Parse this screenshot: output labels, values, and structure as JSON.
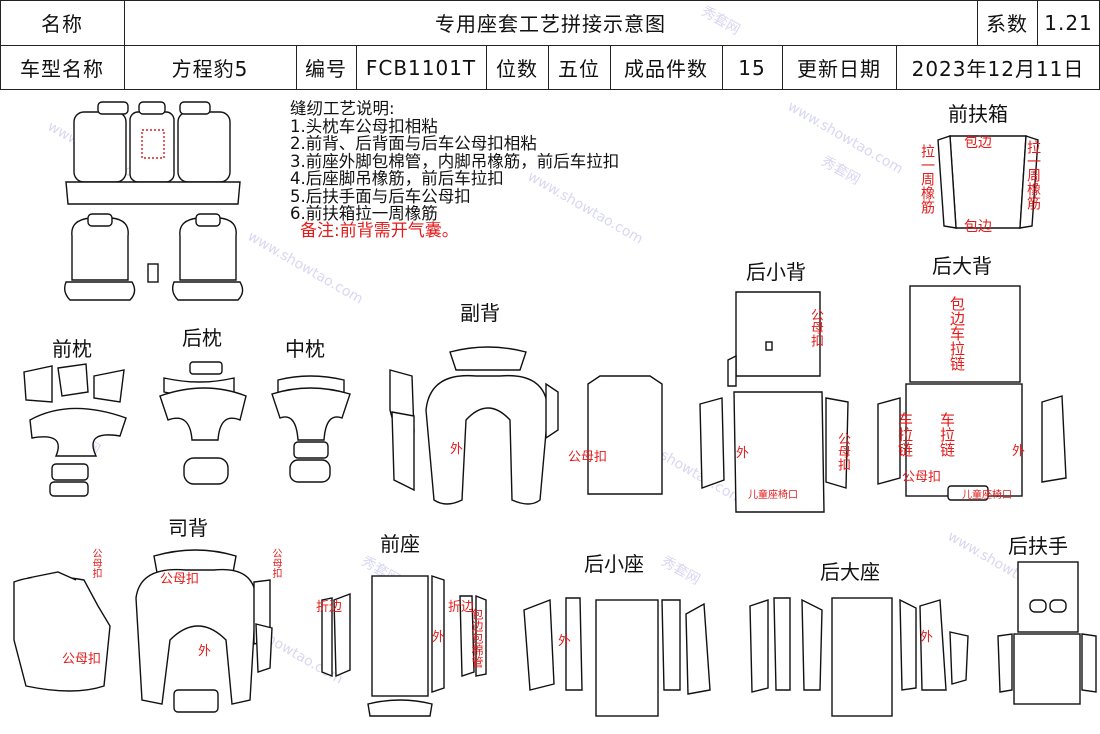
{
  "header": {
    "name_label": "名称",
    "title": "专用座套工艺拼接示意图",
    "coef_label": "系数",
    "coef_value": "1.21",
    "car_label": "车型名称",
    "car_value": "方程豹5",
    "code_label": "编号",
    "code_value": "FCB1101T",
    "seats_label": "位数",
    "seats_value": "五位",
    "pieces_label": "成品件数",
    "pieces_value": "15",
    "date_label": "更新日期",
    "date_value": "2023年12月11日"
  },
  "notes": {
    "heading": "缝纫工艺说明:",
    "items": [
      "1.头枕车公母扣相粘",
      "2.前背、后背面与后车公母扣相粘",
      "3.前座外脚包棉管，内脚吊橡筋，前后车拉扣",
      "4.后座脚吊橡筋，前后车拉扣",
      "5.后扶手面与后车公母扣",
      "6.前扶箱拉一周橡筋"
    ],
    "remark": "备注:前背需开气囊。"
  },
  "sections": {
    "front_headrest": "前枕",
    "rear_headrest": "后枕",
    "middle_headrest": "中枕",
    "sub_back": "副背",
    "rear_small_back": "后小背",
    "rear_big_back": "后大背",
    "front_armbox": "前扶箱",
    "driver_back": "司背",
    "front_seat": "前座",
    "rear_small_seat": "后小座",
    "rear_big_seat": "后大座",
    "rear_armrest": "后扶手"
  },
  "annotations": {
    "outer": "外",
    "snap": "公母扣",
    "fold": "折边",
    "edge": "包边",
    "loop_elastic": "拉一周橡筋",
    "edge_zipper": "包边车拉链",
    "zipper": "车拉链",
    "child_seat": "儿童座椅口",
    "edge_cotton": "包边包棉管"
  },
  "watermark": {
    "cn": "秀套网",
    "url": "www.showtao.com"
  },
  "colors": {
    "annotation": "#e31b1b",
    "watermark": "#b9b6e8",
    "line": "#111111"
  }
}
